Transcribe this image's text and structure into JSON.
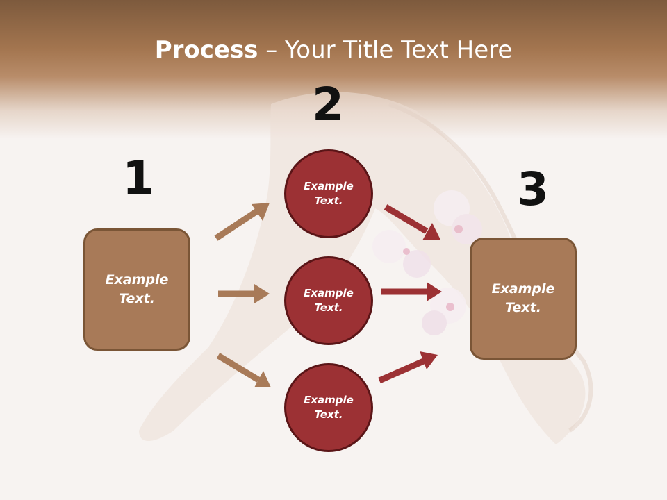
{
  "title": {
    "bold": "Process",
    "rest": " – Your Title Text Here"
  },
  "steps": {
    "one": "1",
    "two": "2",
    "three": "3"
  },
  "left_box": {
    "label": "Example\nText."
  },
  "right_box": {
    "label": "Example\nText."
  },
  "circles": [
    {
      "label": "Example\nText."
    },
    {
      "label": "Example\nText."
    },
    {
      "label": "Example\nText."
    }
  ],
  "colors": {
    "header_brown": "#a3754f",
    "box_fill": "#a87a58",
    "box_border": "#7a5536",
    "circle_fill": "#9c3134",
    "circle_border": "#5a1517",
    "arrow_brown": "#a87a58",
    "arrow_red": "#9c3134"
  }
}
